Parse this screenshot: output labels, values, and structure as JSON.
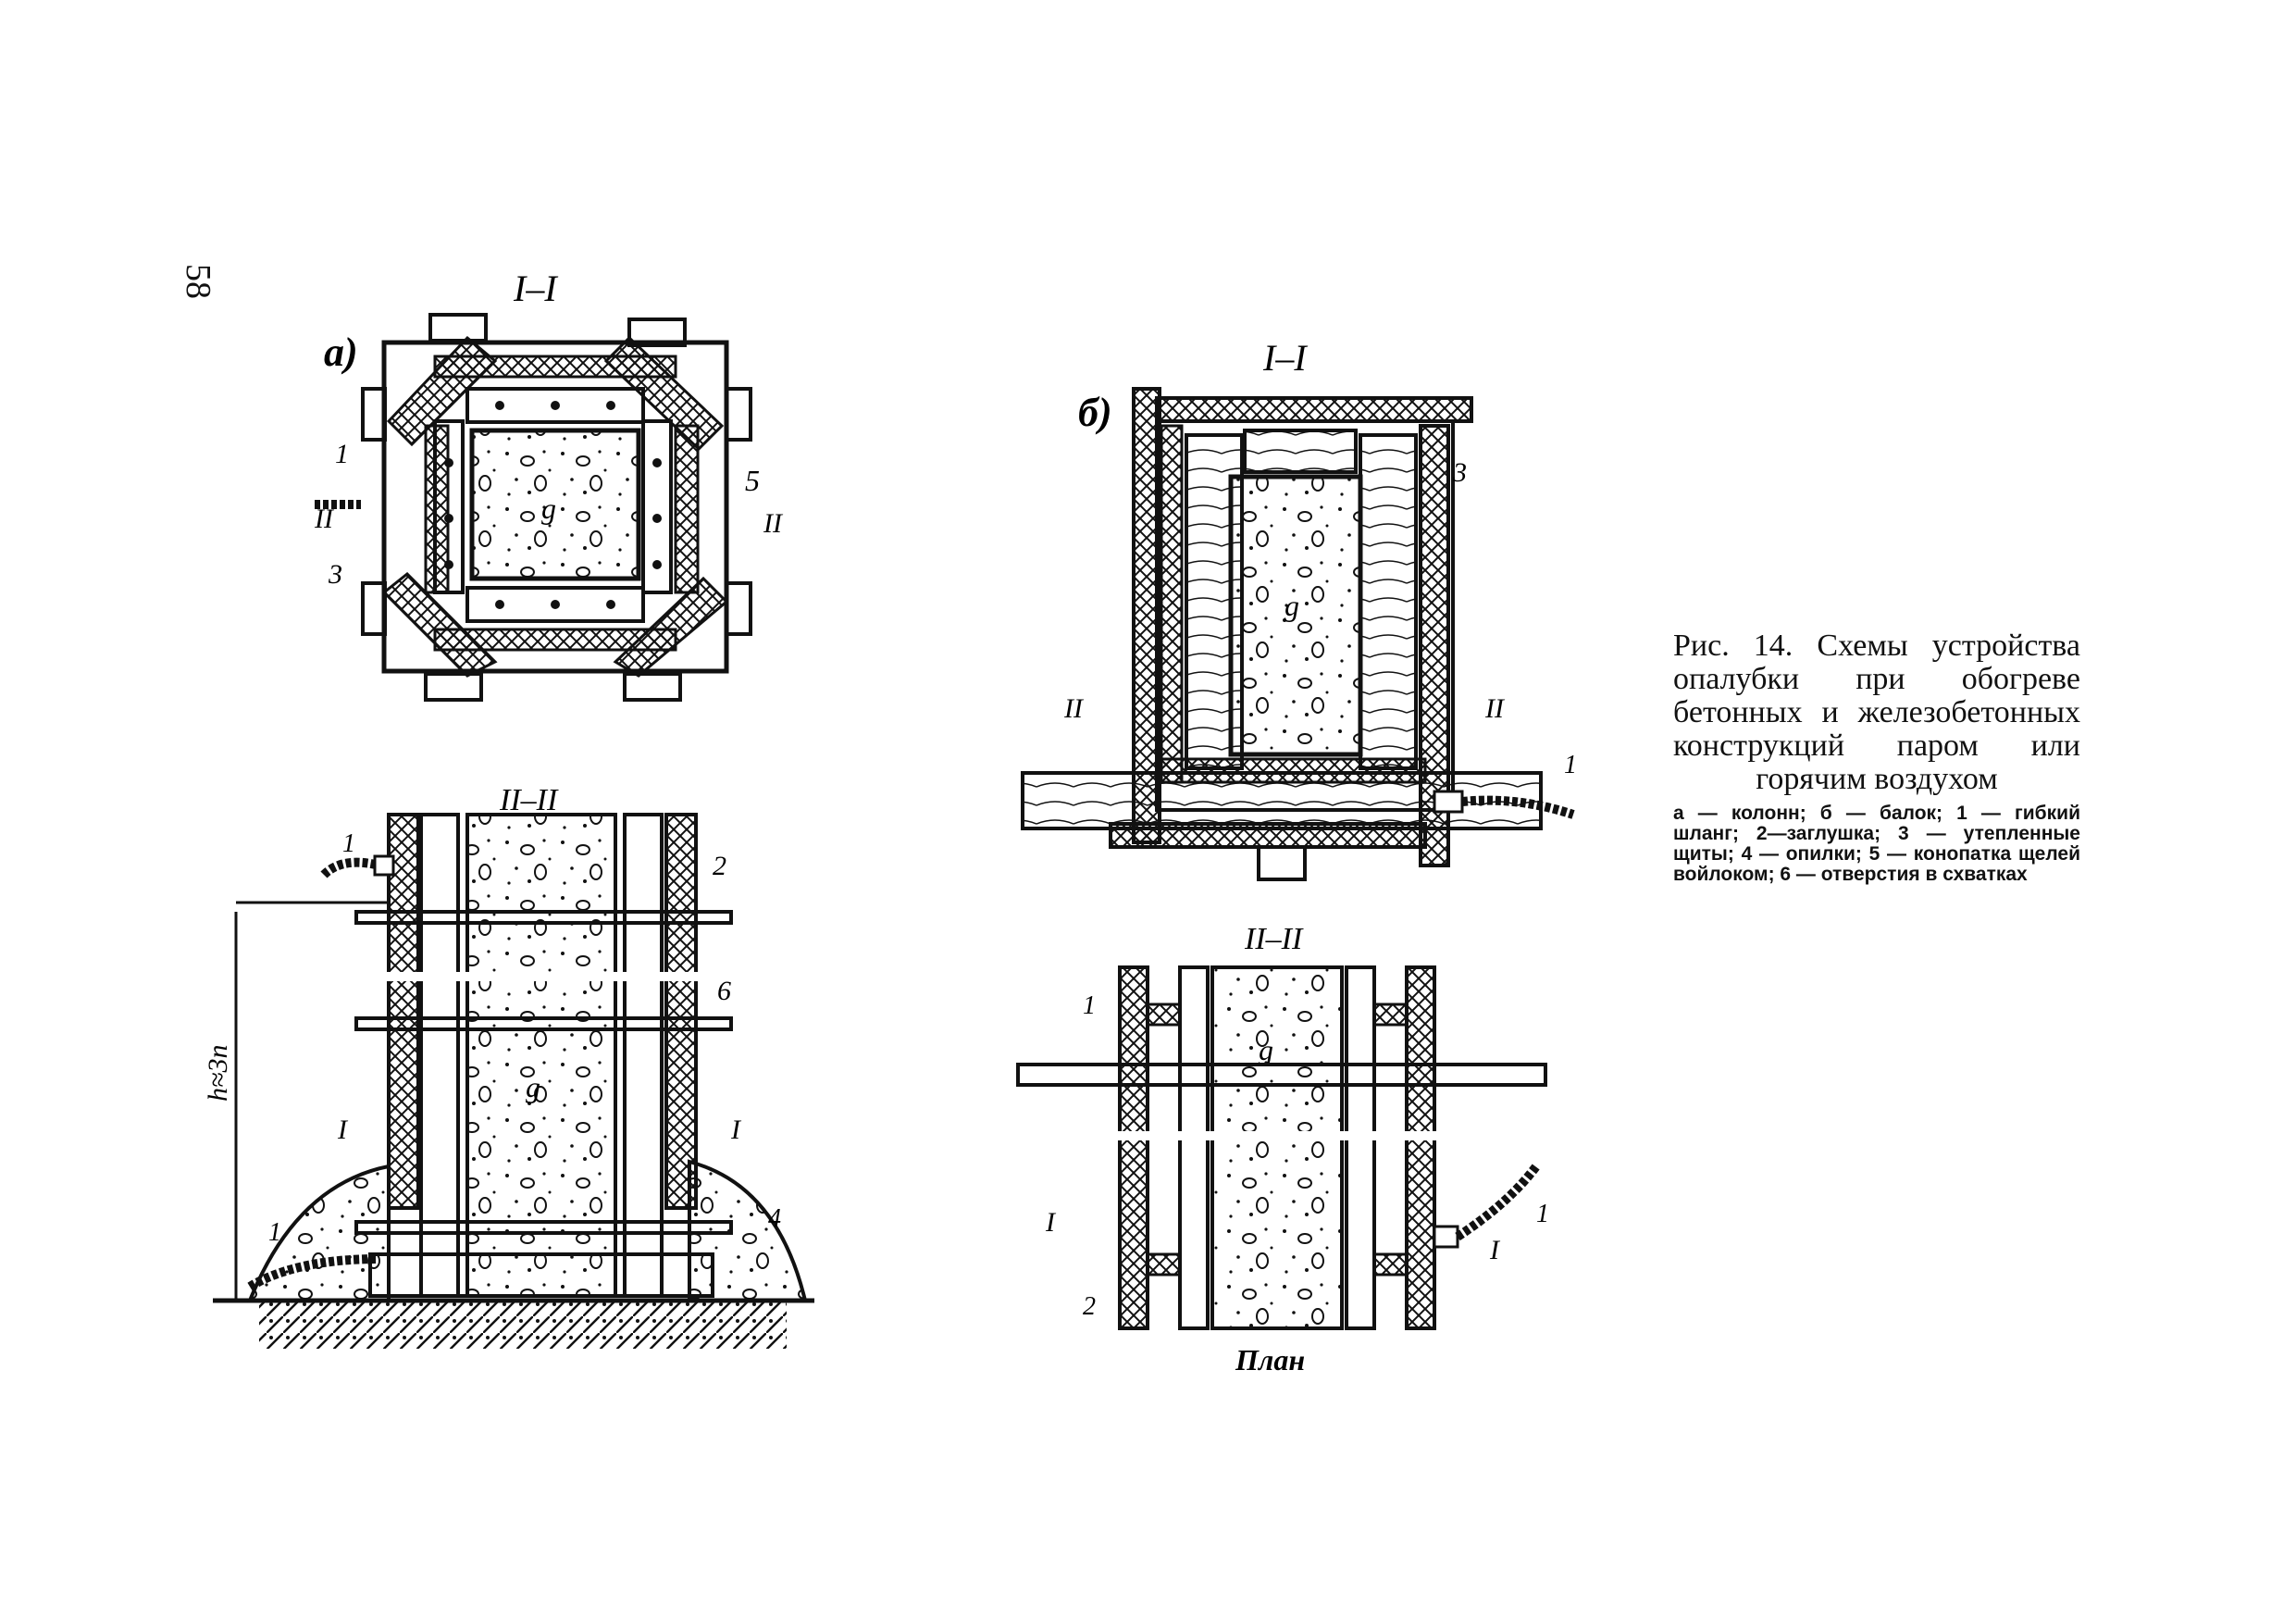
{
  "page": {
    "number": "58"
  },
  "figure": {
    "part_a_label": "а)",
    "part_b_label": "б)",
    "section_1_1": "I–I",
    "section_2_2": "II–II",
    "section_mark_2": "II",
    "section_mark_1": "I",
    "plan_label": "План",
    "height_label": "h≈3п",
    "concrete_mark": "g",
    "callouts": [
      "1",
      "2",
      "3",
      "4",
      "5",
      "6"
    ]
  },
  "caption": {
    "title": "Рис. 14. Схемы устройства опалубки при обогреве бетонных и железобетонных конструкций паром или горячим воздухом",
    "legend": "а — колонн; б — балок; 1 — гибкий шланг; 2—заглушка; 3 — утепленные щиты; 4 — опилки; 5 — конопатка щелей войлоком; 6 — отверстия в схватках"
  }
}
